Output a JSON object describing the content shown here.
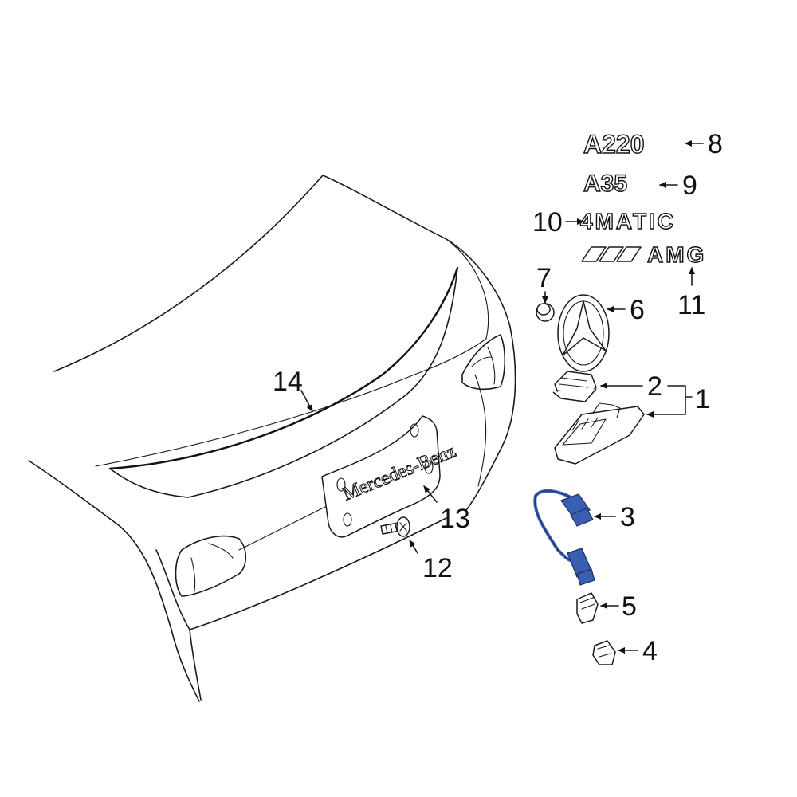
{
  "callouts": {
    "c1": "1",
    "c2": "2",
    "c3": "3",
    "c4": "4",
    "c5": "5",
    "c6": "6",
    "c7": "7",
    "c8": "8",
    "c9": "9",
    "c10": "10",
    "c11": "11",
    "c12": "12",
    "c13": "13",
    "c14": "14"
  },
  "badges": {
    "a220": "A220",
    "a35": "A35",
    "matic": "4MATIC",
    "amg": "AMG"
  },
  "plate": {
    "brand": "Mercedes-Benz"
  },
  "colors": {
    "line": "#1a1a1a",
    "highlight": "#3a5fb0",
    "background": "#ffffff"
  },
  "icons": {
    "star_emblem": "three-pointed-star-icon",
    "arrow": "leader-arrow-icon"
  }
}
